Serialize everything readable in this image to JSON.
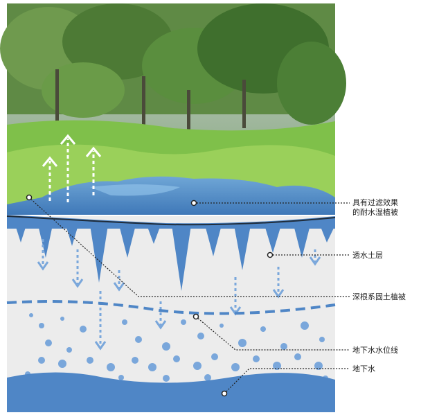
{
  "labels": {
    "filter_vegetation_line1": "具有过滤效果",
    "filter_vegetation_line2": "的耐水湿植被",
    "permeable_soil": "透水土层",
    "deep_root_vegetation": "深根系固土植被",
    "water_table": "地下水水位线",
    "groundwater": "地下水"
  },
  "colors": {
    "water_blue": "#4f86c6",
    "light_blue": "#7aa7db",
    "soil": "#ececec",
    "grass": "#7fc04a",
    "forest": "#4d7a35"
  }
}
